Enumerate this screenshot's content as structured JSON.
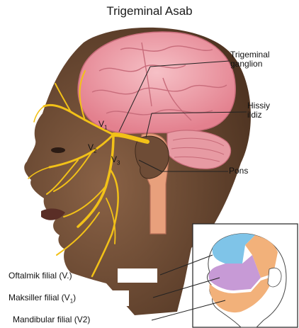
{
  "diagram": {
    "title": "Trigeminal Asab",
    "labels": {
      "ganglion_line1": "Trigeminal",
      "ganglion_line2": "ganglion",
      "root_line1": "Hissiy",
      "root_line2": "ildiz",
      "pons": "Pons",
      "v1_letter": "V",
      "v1_sub": "1",
      "v2_letter": "V",
      "v2_sub": "2",
      "v3_letter": "V",
      "v3_sub": "3"
    },
    "legend": {
      "ophthalmic": "Oftalmik filial (V.)",
      "maxillary_main": "Maksiller filial (V",
      "maxillary_sub": "1",
      "maxillary_close": ")",
      "mandibular": "Mandibular filial (V2)"
    },
    "colors": {
      "skin": "#6b4a33",
      "brain": "#f0a3ad",
      "nerve": "#f2c118",
      "pons": "#e8a07c",
      "zone_ophthalmic": "#7fc4e8",
      "zone_maxillary": "#c79ad6",
      "zone_mandibular": "#f2b17a"
    }
  }
}
